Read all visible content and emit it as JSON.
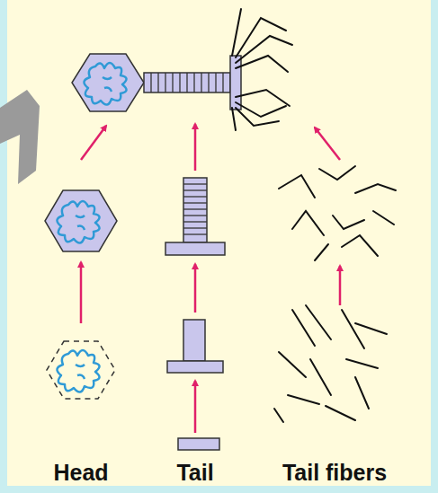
{
  "diagram": {
    "labels": [
      "Head",
      "Tail",
      "Tail fibers"
    ]
  }
}
